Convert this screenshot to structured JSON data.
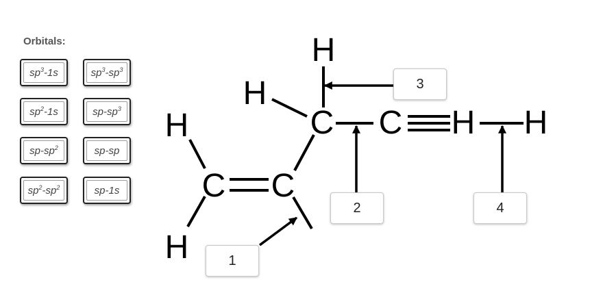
{
  "palette": {
    "heading": "Orbitals:",
    "tiles": [
      {
        "a": "sp",
        "a_sup": "3",
        "b": "1s",
        "b_sup": ""
      },
      {
        "a": "sp",
        "a_sup": "3",
        "b": "sp",
        "b_sup": "3"
      },
      {
        "a": "sp",
        "a_sup": "2",
        "b": "1s",
        "b_sup": ""
      },
      {
        "a": "sp",
        "a_sup": "",
        "b": "sp",
        "b_sup": "3"
      },
      {
        "a": "sp",
        "a_sup": "",
        "b": "sp",
        "b_sup": "2"
      },
      {
        "a": "sp",
        "a_sup": "",
        "b": "sp",
        "b_sup": ""
      },
      {
        "a": "sp",
        "a_sup": "2",
        "b": "sp",
        "b_sup": "2"
      },
      {
        "a": "sp",
        "a_sup": "",
        "b": "1s",
        "b_sup": ""
      }
    ]
  },
  "molecule": {
    "atoms": [
      "H",
      "H",
      "C",
      "C",
      "C",
      "C",
      "H",
      "H",
      "H",
      "H"
    ]
  },
  "drop_targets": [
    "1",
    "2",
    "3",
    "4"
  ]
}
